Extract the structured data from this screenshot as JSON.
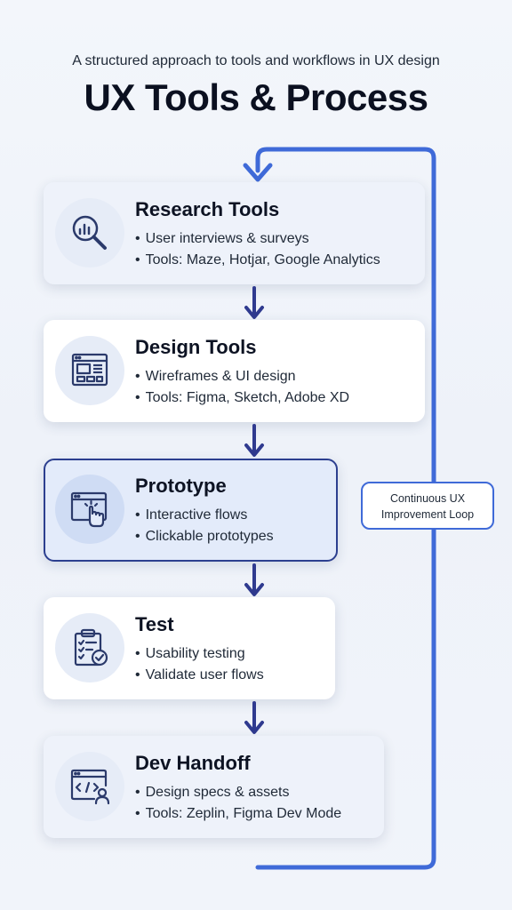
{
  "header": {
    "subtitle": "A structured approach to tools and workflows in UX design",
    "title": "UX Tools & Process"
  },
  "loop": {
    "label_line1": "Continuous UX",
    "label_line2": "Improvement Loop",
    "color": "#3f6ad8"
  },
  "steps": [
    {
      "title": "Research Tools",
      "icon": "magnifier-chart-icon",
      "bullets": [
        "User interviews & surveys",
        "Tools: Maze, Hotjar, Google Analytics"
      ]
    },
    {
      "title": "Design Tools",
      "icon": "wireframe-layout-icon",
      "bullets": [
        "Wireframes & UI design",
        "Tools: Figma, Sketch, Adobe XD"
      ]
    },
    {
      "title": "Prototype",
      "icon": "pointer-click-icon",
      "bullets": [
        "Interactive flows",
        "Clickable prototypes"
      ]
    },
    {
      "title": "Test",
      "icon": "clipboard-check-icon",
      "bullets": [
        "Usability testing",
        "Validate user flows"
      ]
    },
    {
      "title": "Dev Handoff",
      "icon": "code-user-icon",
      "bullets": [
        "Design specs & assets",
        "Tools: Zeplin, Figma Dev Mode"
      ]
    }
  ],
  "colors": {
    "arrow": "#2f3a8f",
    "active_border": "#2c3f8f",
    "icon_stroke": "#2b3a6b"
  }
}
